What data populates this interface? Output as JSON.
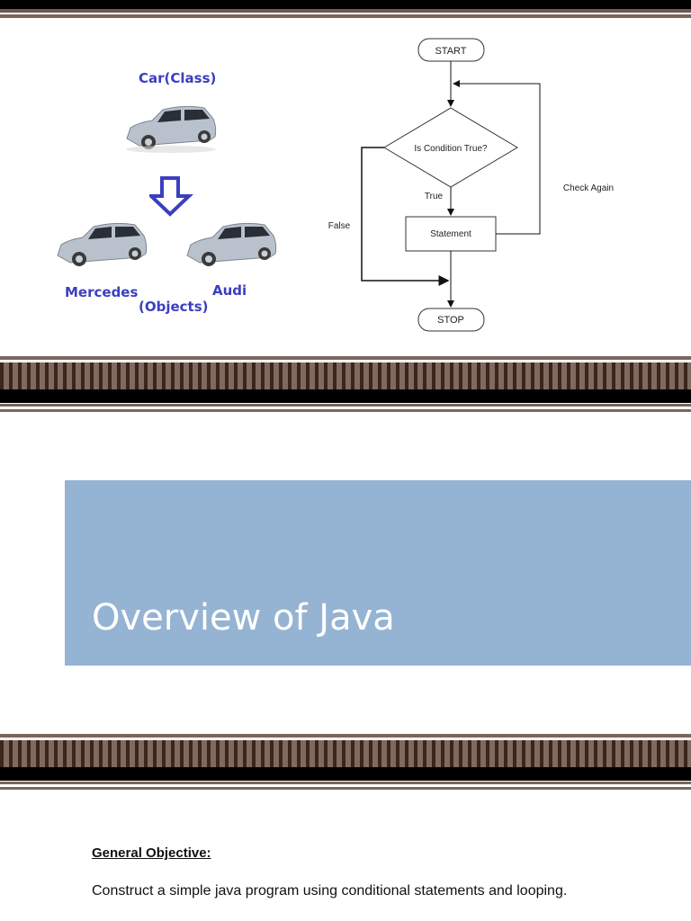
{
  "class_diagram": {
    "class_label": "Car(Class)",
    "object_labels": [
      "Mercedes",
      "Audi"
    ],
    "objects_caption": "(Objects)",
    "label_color": "#3b3fbf",
    "car_color": "#b8c0cc"
  },
  "flowchart": {
    "start_label": "START",
    "decision_label": "Is Condition True?",
    "true_label": "True",
    "false_label": "False",
    "statement_label": "Statement",
    "loop_label": "Check Again",
    "stop_label": "STOP"
  },
  "title_section": {
    "title": "Overview of Java",
    "box_color": "#95b3d2"
  },
  "objective": {
    "heading": "General Objective:",
    "text": "Construct a simple java program using conditional statements and looping."
  },
  "theme": {
    "band_dark": "#3e2419",
    "band_light": "#7e6a61"
  }
}
